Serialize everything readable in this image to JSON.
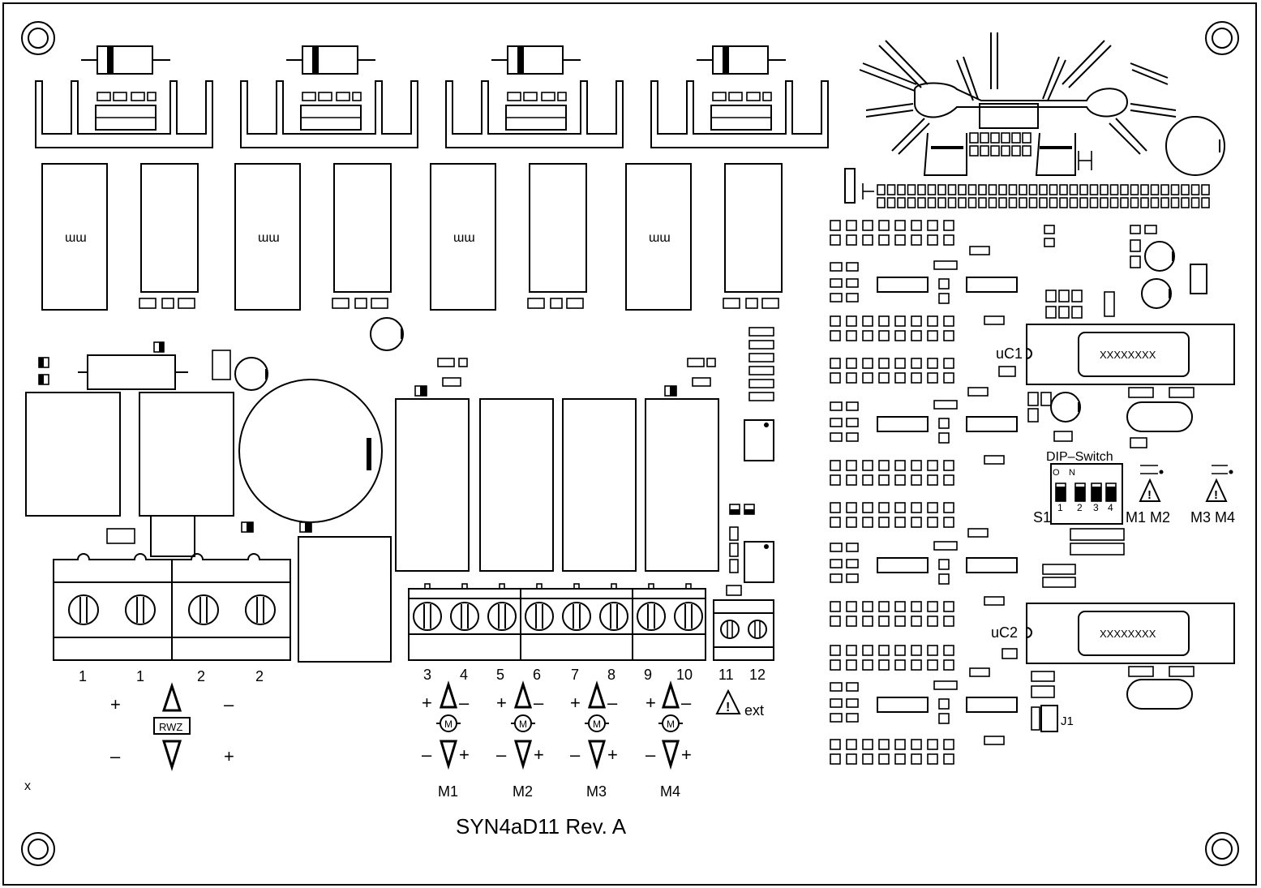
{
  "board": {
    "title": "SYN4aD11  Rev. A",
    "corner_mark": "x"
  },
  "terminals": {
    "power": [
      "1",
      "1",
      "2",
      "2"
    ],
    "motor": [
      "3",
      "4",
      "5",
      "6",
      "7",
      "8",
      "9",
      "10"
    ],
    "ext": [
      "11",
      "12"
    ]
  },
  "rwz": {
    "label": "RWZ",
    "plus_top": "+",
    "minus_top": "–",
    "minus_bottom": "–",
    "plus_bottom": "+"
  },
  "motors": [
    {
      "name": "M1",
      "symbol": "M",
      "plus_up": "+",
      "minus_up": "–",
      "minus_down": "–",
      "plus_down": "+"
    },
    {
      "name": "M2",
      "symbol": "M",
      "plus_up": "+",
      "minus_up": "–",
      "minus_down": "–",
      "plus_down": "+"
    },
    {
      "name": "M3",
      "symbol": "M",
      "plus_up": "+",
      "minus_up": "–",
      "minus_down": "–",
      "plus_down": "+"
    },
    {
      "name": "M4",
      "symbol": "M",
      "plus_up": "+",
      "minus_up": "–",
      "minus_down": "–",
      "plus_down": "+"
    }
  ],
  "ext_label": "ext",
  "warning_symbol": "!",
  "chips": {
    "uc1": {
      "ref": "uC1",
      "marking": "XXXXXXXX"
    },
    "uc2": {
      "ref": "uC2",
      "marking": "XXXXXXXX"
    }
  },
  "dip_switch": {
    "title": "DIP–Switch",
    "ref": "S1",
    "on_o": "O",
    "on_n": "N",
    "positions": [
      "1",
      "2",
      "3",
      "4"
    ]
  },
  "warnings": {
    "m1m2": "M1  M2",
    "m3m4": "M3  M4"
  },
  "jumper": "J1",
  "relay_coil": "ɯɯ"
}
